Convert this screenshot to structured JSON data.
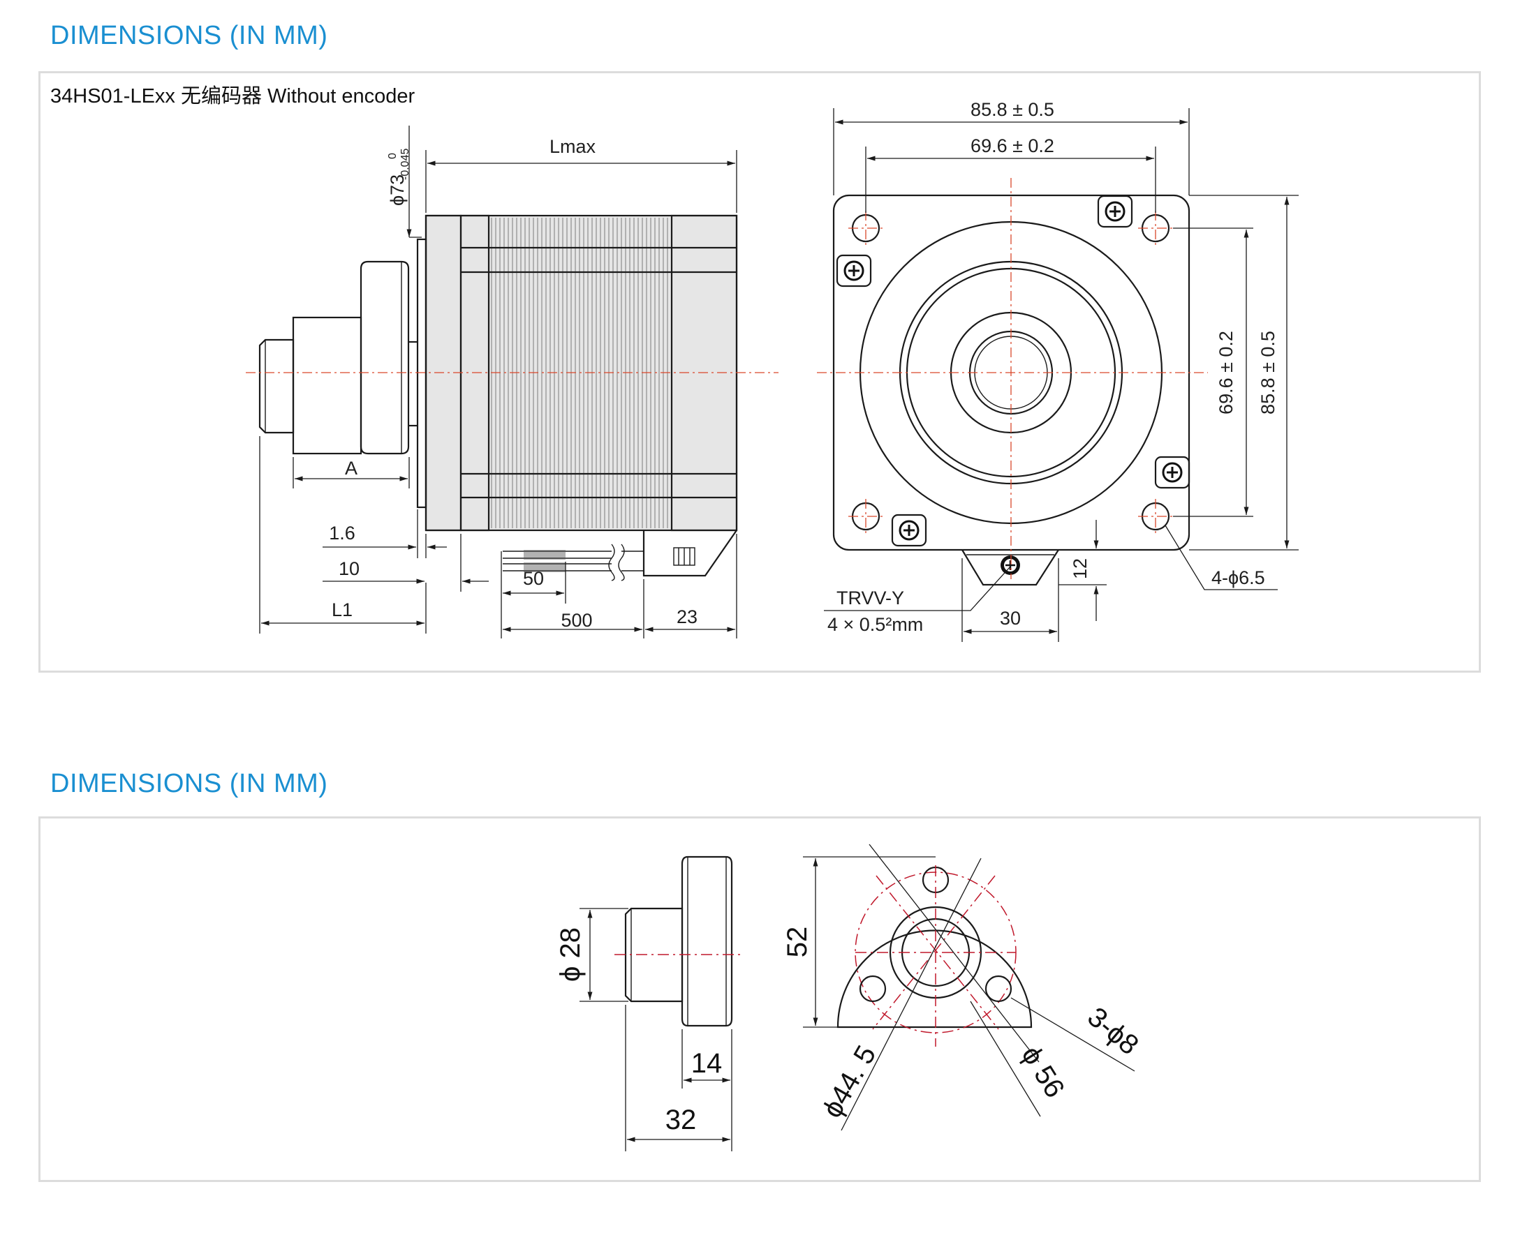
{
  "sections": [
    {
      "heading": "DIMENSIONS (IN MM)"
    },
    {
      "heading": "DIMENSIONS (IN MM)"
    }
  ],
  "drawing1": {
    "title": "34HS01-LExx 无编码器  Without encoder",
    "side": {
      "lmax": "Lmax",
      "phi73": "ϕ73",
      "tol_upper": "0",
      "tol_lower": "-0.045",
      "a": "A",
      "d1_6": "1.6",
      "d10": "10",
      "l1": "L1",
      "d50": "50",
      "d500": "500",
      "d23": "23"
    },
    "front": {
      "width_outer": "85.8 ± 0.5",
      "width_inner": "69.6 ± 0.2",
      "height_inner": "69.6 ± 0.2",
      "height_outer": "85.8 ± 0.5",
      "holes": "4-ϕ6.5",
      "d12": "12",
      "d30": "30",
      "cable_type": "TRVV-Y",
      "cable_spec": "4 × 0.5²mm"
    }
  },
  "drawing2": {
    "phi28": "ϕ 28",
    "d14": "14",
    "d32": "32",
    "d52": "52",
    "phi44_5": "ϕ44. 5",
    "phi56": "ϕ 56",
    "holes": "3-ϕ8"
  },
  "colors": {
    "heading": "#1a8fd1",
    "centerline": "#d9472b",
    "panel_border": "#dcdcdc"
  }
}
